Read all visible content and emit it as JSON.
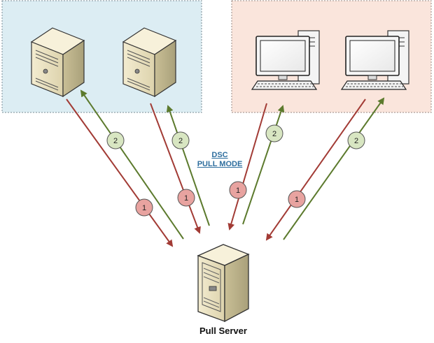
{
  "diagram": {
    "title_line1": "DSC",
    "title_line2": "PULL MODE",
    "server_caption": "Pull Server",
    "step_labels": {
      "pull": "1",
      "report": "2"
    },
    "colors": {
      "server_group_fill": "#dcedf3",
      "client_group_fill": "#fae5dc",
      "request_arrow": "#a23b35",
      "response_arrow": "#5c7a2d",
      "request_badge": "#e8a3a0",
      "response_badge": "#d8e6c2",
      "title": "#2e6e9e"
    },
    "nodes": [
      "server-1",
      "server-2",
      "workstation-1",
      "workstation-2"
    ]
  }
}
